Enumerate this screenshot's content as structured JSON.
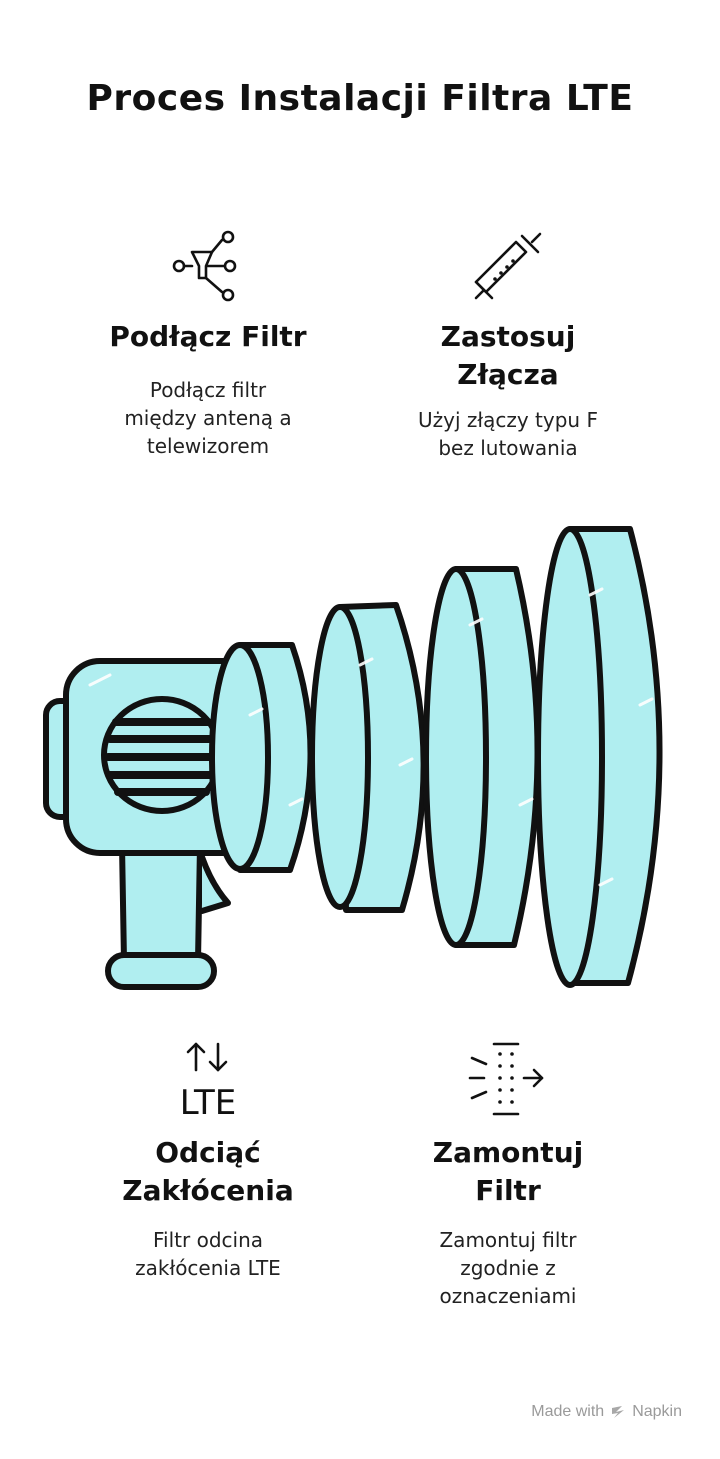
{
  "title": "Proces Instalacji Filtra LTE",
  "steps": [
    {
      "icon": "network-connect-icon",
      "title_line1": "Podłącz Filtr",
      "title_line2": "",
      "desc_line1": "Podłącz filtr",
      "desc_line2": "między anteną a",
      "desc_line3": "telewizorem"
    },
    {
      "icon": "connector-icon",
      "title_line1": "Zastosuj",
      "title_line2": "Złącza",
      "desc_line1": "Użyj złączy typu F",
      "desc_line2": "bez lutowania",
      "desc_line3": ""
    },
    {
      "icon": "lte-signal-icon",
      "icon_text": "LTE",
      "title_line1": "Odciąć",
      "title_line2": "Zakłócenia",
      "desc_line1": "Filtr odcina",
      "desc_line2": "zakłócenia LTE",
      "desc_line3": ""
    },
    {
      "icon": "filter-mount-icon",
      "title_line1": "Zamontuj",
      "title_line2": "Filtr",
      "desc_line1": "Zamontuj filtr",
      "desc_line2": "zgodnie z",
      "desc_line3": "oznaczeniami"
    }
  ],
  "illustration": {
    "name": "spring-megaphone-illustration",
    "fill_color": "#b0eef0",
    "stroke_color": "#111111"
  },
  "footer": {
    "made_with": "Made with",
    "brand": "Napkin"
  }
}
